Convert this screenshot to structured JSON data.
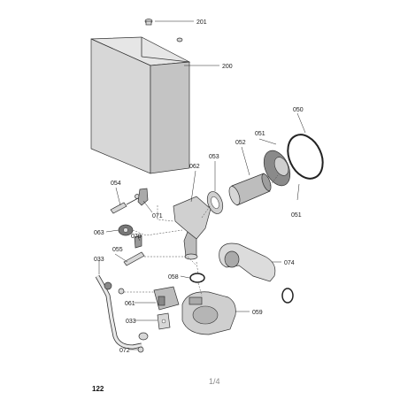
{
  "diagram": {
    "callouts": [
      {
        "id": "201",
        "label": "201"
      },
      {
        "id": "200",
        "label": "200"
      },
      {
        "id": "050",
        "label": "050"
      },
      {
        "id": "051a",
        "label": "051"
      },
      {
        "id": "052",
        "label": "052"
      },
      {
        "id": "053",
        "label": "053"
      },
      {
        "id": "062",
        "label": "062"
      },
      {
        "id": "054",
        "label": "054"
      },
      {
        "id": "071",
        "label": "071"
      },
      {
        "id": "051b",
        "label": "051"
      },
      {
        "id": "063",
        "label": "063"
      },
      {
        "id": "070",
        "label": "070"
      },
      {
        "id": "033a",
        "label": "033"
      },
      {
        "id": "055",
        "label": "055"
      },
      {
        "id": "074",
        "label": "074"
      },
      {
        "id": "058",
        "label": "058"
      },
      {
        "id": "061",
        "label": "061"
      },
      {
        "id": "059",
        "label": "059"
      },
      {
        "id": "033b",
        "label": "033"
      },
      {
        "id": "072",
        "label": "072"
      }
    ]
  },
  "page": {
    "indicator": "1/4",
    "number": "122"
  }
}
